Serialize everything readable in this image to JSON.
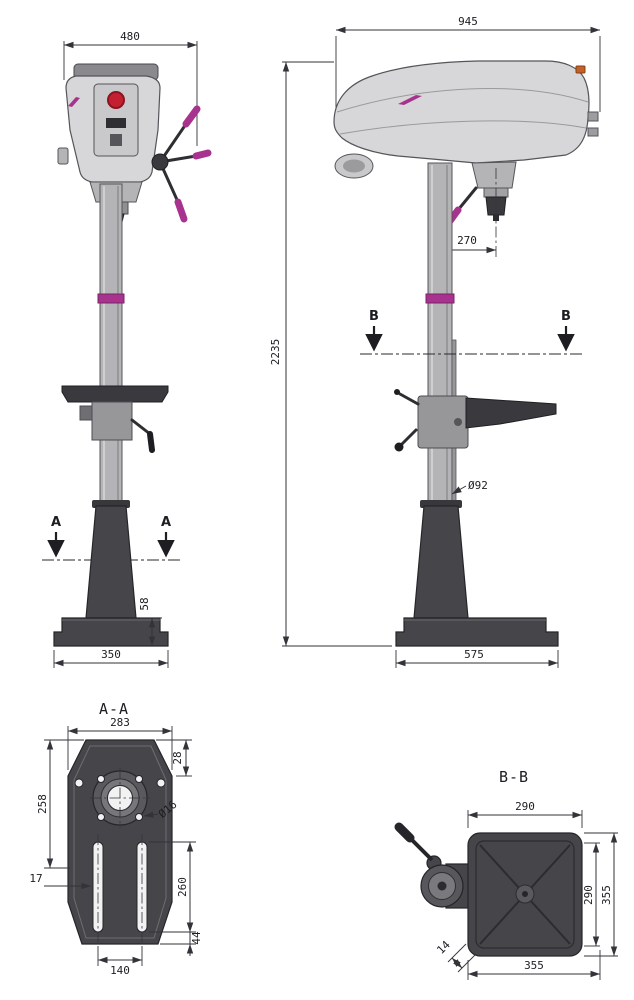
{
  "drawing_type": "technical-dimension-drawing-pillar-drill",
  "colors": {
    "accent_magenta": "#a8338e",
    "stop_button_red": "#c32031",
    "body_gray": "#d7d7d9",
    "dark_gray": "#46464a",
    "line": "#33333a"
  },
  "front_view": {
    "section_label": "A",
    "dim_overall_width": "480",
    "dim_base_height": "58",
    "dim_base_width": "350"
  },
  "side_view": {
    "section_label": "B",
    "dim_overall_depth": "945",
    "dim_spindle_to_column": "270",
    "dim_overall_height": "2235",
    "dim_column_diameter": "Ø92",
    "dim_base_depth": "575"
  },
  "section_aa": {
    "title": "A-A",
    "dim_top_width": "283",
    "dim_top_chamfer": "28",
    "dim_side_height": "258",
    "dim_hole_diameter": "Ø16",
    "dim_slot_width": "17",
    "dim_slot_length": "260",
    "dim_bottom_edge": "44",
    "dim_slot_spacing": "140"
  },
  "section_bb": {
    "title": "B-B",
    "dim_table_width": "290",
    "dim_table_depth": "290",
    "dim_overall_depth": "355",
    "dim_overall_width": "355",
    "dim_corner_chamfer": "14"
  }
}
